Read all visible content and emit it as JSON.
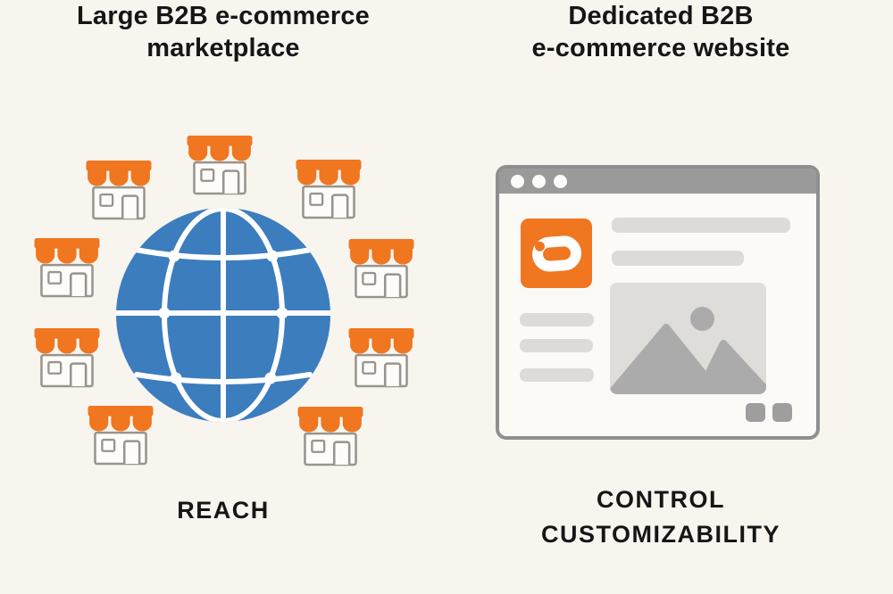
{
  "infographic": {
    "type": "comparison",
    "background_color": "#F8F5EF",
    "text_color": "#161616"
  },
  "left_panel": {
    "title_line1": "Large B2B e-commerce",
    "title_line2": "marketplace",
    "caption": "REACH",
    "storefront_count": 9,
    "icons": [
      "globe-icon",
      "storefront-icon"
    ],
    "colors": {
      "globe_blue": "#3C7DBE",
      "globe_lines_white": "#FFFFFF",
      "store_orange": "#F0761F",
      "store_outline_gray": "#98948E"
    }
  },
  "right_panel": {
    "title_line1": "Dedicated B2B",
    "title_line2": "e-commerce website",
    "caption_line1": "CONTROL",
    "caption_line2": "CUSTOMIZABILITY",
    "browser_mockup": {
      "traffic_light_count": 3,
      "text_placeholder_bars": 5,
      "action_button_count": 2,
      "icons": [
        "browser-window-icon",
        "site-logo-icon",
        "image-placeholder-icon",
        "mountain-icon",
        "sun-icon"
      ],
      "colors": {
        "frame_gray": "#8F8F8F",
        "titlebar_gray": "#9A9A9A",
        "logo_orange": "#F0761F",
        "placeholder_gray": "#DCDBD7",
        "image_bg_gray": "#DEDDDA",
        "image_fg_gray": "#ABABAB"
      }
    }
  }
}
